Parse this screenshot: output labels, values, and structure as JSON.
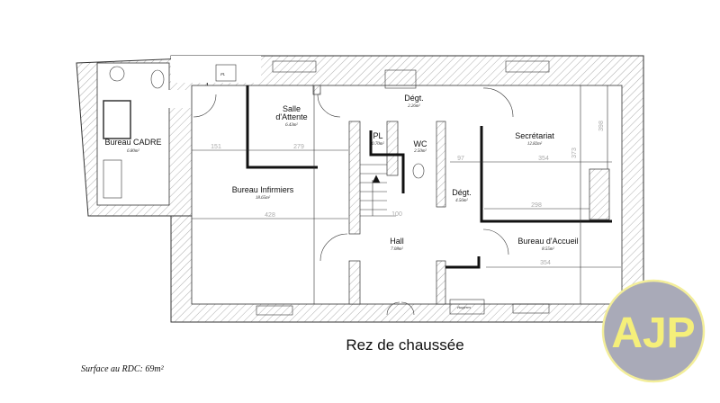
{
  "plan": {
    "title": "Rez de chaussée",
    "surface": "Surface au RDC: 69m²",
    "rooms": [
      {
        "name": "Bureau CADRE",
        "area": "6.80m²"
      },
      {
        "name": "Salle",
        "name2": "d'Attente",
        "area": "6.43m²"
      },
      {
        "name": "Bureau Infirmiers",
        "area": "18.65m²"
      },
      {
        "name": "Dégt.",
        "area": "2.26m²"
      },
      {
        "name": "PL",
        "area": "0.70m²"
      },
      {
        "name": "WC",
        "area": "2.50m²"
      },
      {
        "name": "Secrétariat",
        "area": "12.82m²"
      },
      {
        "name": "Dégt.",
        "area": "4.56m²"
      },
      {
        "name": "Hall",
        "area": "7.08m²"
      },
      {
        "name": "Bureau d'Accueil",
        "area": "8.55m²"
      }
    ],
    "dimensions": [
      "151",
      "279",
      "428",
      "97",
      "354",
      "298",
      "373",
      "398",
      "100",
      "354"
    ],
    "annotations": {
      "pl_box": "PL",
      "shelves": "étagères"
    }
  },
  "logo": {
    "text": "AJP",
    "circle_color": "#a9aab8",
    "text_color": "#f5ef7a",
    "ring_color": "#f3ee9a"
  },
  "colors": {
    "wall_line": "#333333",
    "hatch": "#9a9a9a"
  }
}
